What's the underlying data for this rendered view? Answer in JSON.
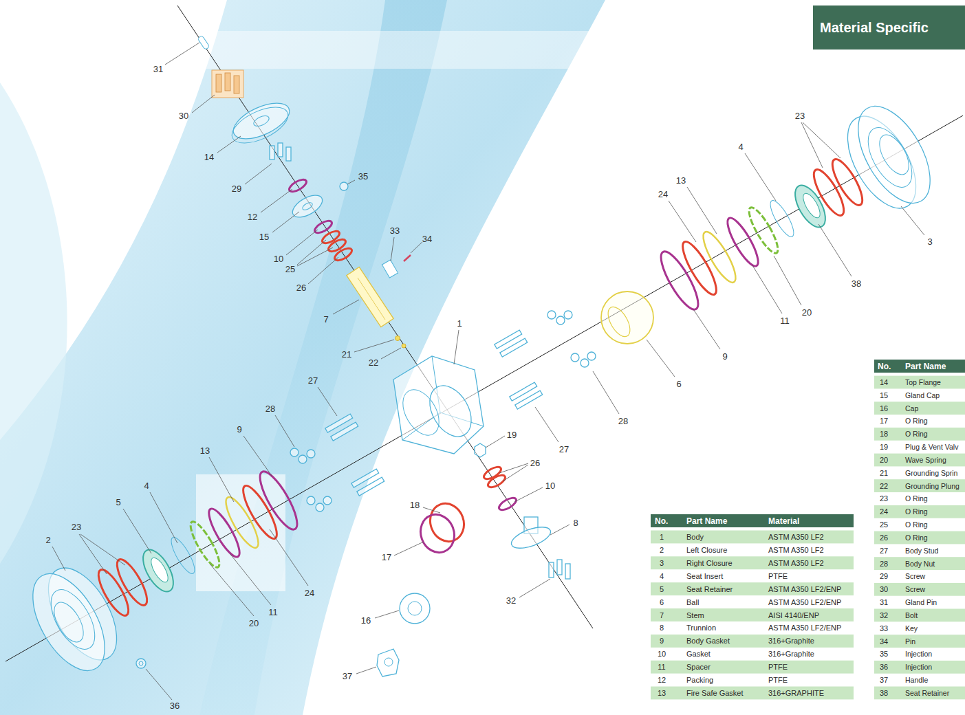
{
  "diagram": {
    "title": "Material Specific",
    "labels": [
      "31",
      "30",
      "23",
      "4",
      "14",
      "35",
      "13",
      "29",
      "24",
      "12",
      "33",
      "15",
      "34",
      "3",
      "10",
      "25",
      "38",
      "26",
      "20",
      "7",
      "11",
      "1",
      "21",
      "9",
      "22",
      "27",
      "6",
      "28",
      "28",
      "9",
      "19",
      "27",
      "13",
      "26",
      "4",
      "10",
      "5",
      "18",
      "8",
      "23",
      "2",
      "17",
      "24",
      "32",
      "11",
      "16",
      "20",
      "37",
      "36",
      "No.",
      "Part Name",
      "Material",
      "1",
      "Body",
      "ASTM A350 LF2",
      "2",
      "Left Closure",
      "ASTM A350 LF2",
      "3",
      "Right Closure",
      "ASTM A350 LF2",
      "4",
      "Seat Insert",
      "PTFE",
      "5",
      "Seat Retainer",
      "ASTM A350 LF2/ENP",
      "6",
      "Ball",
      "ASTM A350 LF2/ENP",
      "7",
      "Stem",
      "AISI 4140/ENP",
      "8",
      "Trunnion",
      "ASTM A350 LF2/ENP",
      "9",
      "Body Gasket",
      "316+Graphite",
      "10",
      "Gasket",
      "316+Graphite",
      "11",
      "Spacer",
      "PTFE",
      "12",
      "Packing",
      "PTFE",
      "13",
      "Fire Safe Gasket",
      "316+GRAPHITE",
      "No.",
      "Part Name",
      "14",
      "Top Flange",
      "15",
      "Gland Cap",
      "16",
      "Cap",
      "17",
      "O Ring",
      "18",
      "O Ring",
      "19",
      "Plug & Vent Valv",
      "20",
      "Wave Spring",
      "21",
      "Grounding Sprin",
      "22",
      "Grounding Plung",
      "23",
      "O Ring",
      "24",
      "O Ring",
      "25",
      "O Ring",
      "26",
      "O Ring",
      "27",
      "Body Stud",
      "28",
      "Body Nut",
      "29",
      "Screw",
      "30",
      "Screw",
      "31",
      "Gland Pin",
      "32",
      "Bolt",
      "33",
      "Key",
      "34",
      "Pin",
      "35",
      "Injection",
      "36",
      "Injection",
      "37",
      "Handle",
      "38",
      "Seat Retainer"
    ]
  }
}
